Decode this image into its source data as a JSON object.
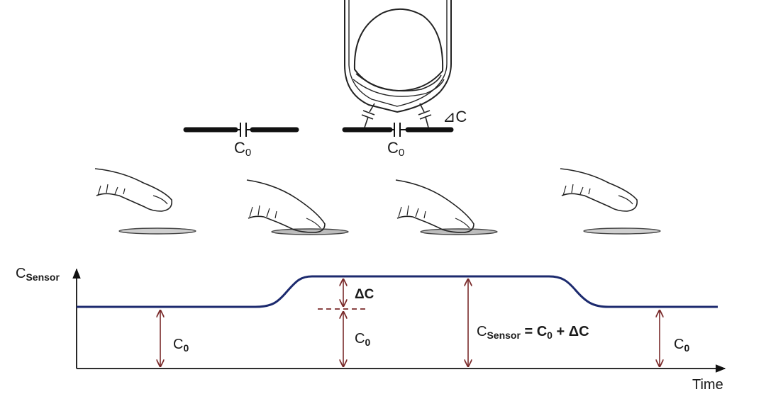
{
  "top": {
    "left_capacitor_label": {
      "main": "C",
      "sub": "0"
    },
    "right_capacitor_label": {
      "main": "C",
      "sub": "0"
    },
    "delta_c_label": "⊿C"
  },
  "graph": {
    "y_axis_label": {
      "main": "C",
      "sub": "Sensor"
    },
    "x_axis_label": "Time",
    "delta_c_label": "ΔC",
    "c0_labels": [
      {
        "main": "C",
        "sub": "0"
      },
      {
        "main": "C",
        "sub": "0"
      },
      {
        "main": "C",
        "sub": "0"
      }
    ],
    "equation": {
      "c": "C",
      "sub": "Sensor",
      "rest": " = C",
      "sub0": "0",
      "tail": " + ΔC"
    },
    "colors": {
      "signal": "#1c2a6e",
      "arrow": "#7a2a2a",
      "dashed": "#7a2a2a",
      "axis": "#111111"
    }
  },
  "fingers": [
    {
      "state": "lifted"
    },
    {
      "state": "touching"
    },
    {
      "state": "touching"
    },
    {
      "state": "lifted"
    }
  ]
}
